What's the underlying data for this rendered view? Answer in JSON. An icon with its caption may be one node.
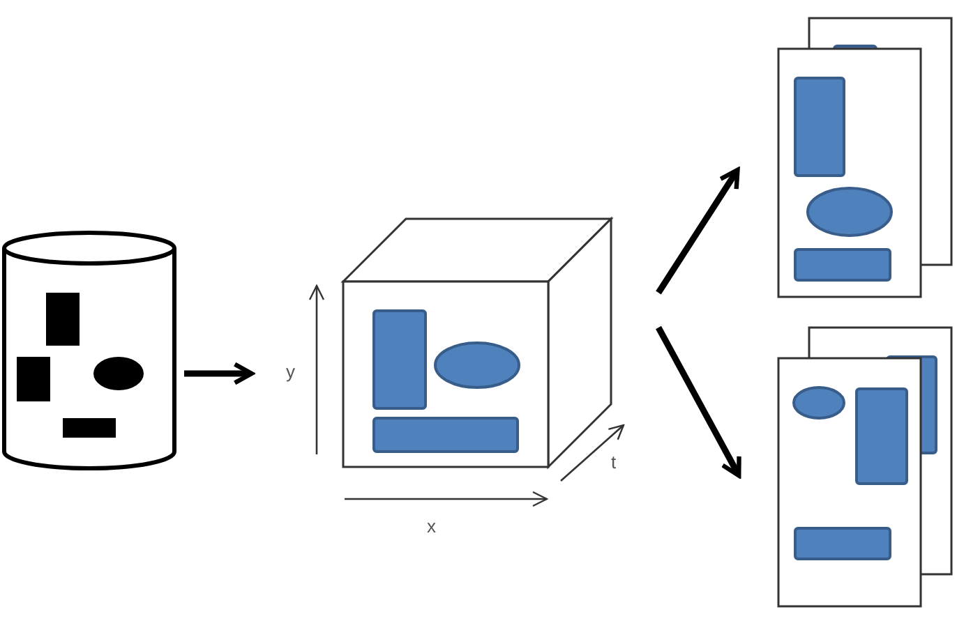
{
  "diagram": {
    "nodes": [
      {
        "text": [],
        "shape": "cylinder"
      },
      {
        "text": [],
        "shape": "box"
      },
      {
        "text": [],
        "shape": "box"
      },
      {
        "text": [],
        "shape": "box"
      }
    ],
    "edges": [
      {
        "from": 0,
        "to": 1,
        "arrow": "to"
      },
      {
        "from": 1,
        "to": 2,
        "arrow": "to"
      },
      {
        "from": 1,
        "to": 3,
        "arrow": "to"
      }
    ],
    "labels": [
      "y",
      "t",
      "x"
    ]
  }
}
